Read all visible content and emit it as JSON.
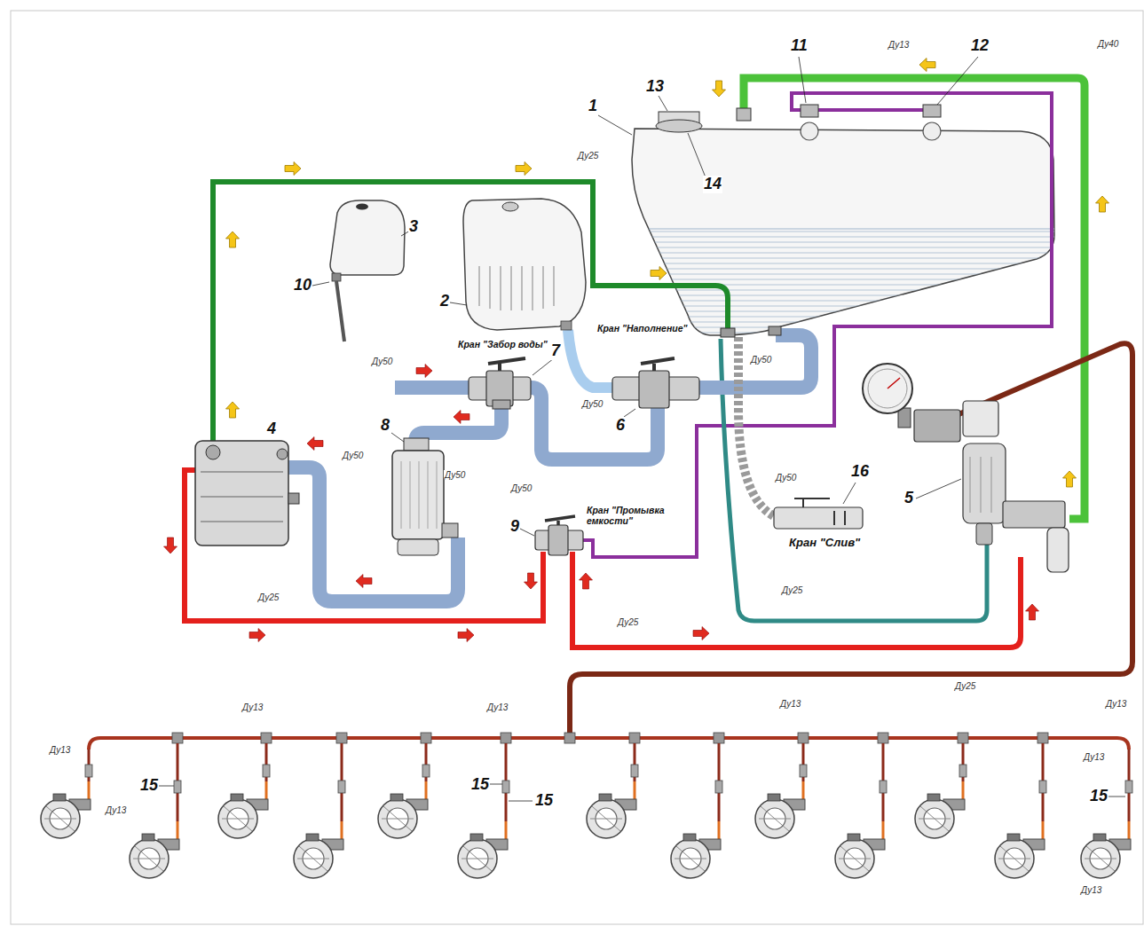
{
  "diagram": {
    "labels": [
      "11",
      "Ду13",
      "12",
      "Ду40",
      "13",
      "1",
      "Ду25",
      "14",
      "3",
      "10",
      "2",
      "Кран \"Забор воды\"",
      "Кран \"Наполнение\"",
      "7",
      "Ду50",
      "Ду50",
      "Ду50",
      "6",
      "4",
      "8",
      "Ду50",
      "Ду50",
      "16",
      "Ду50",
      "5",
      "Ду50",
      "Кран \"Промывка емкости\"",
      "9",
      "Кран \"Слив\"",
      "Ду25",
      "Ду25",
      "Ду25",
      "Ду25",
      "Ду13",
      "Ду13",
      "Ду13",
      "Ду13",
      "Ду13",
      "Ду13",
      "15",
      "Ду13",
      "15",
      "15",
      "15",
      "Ду13"
    ]
  }
}
